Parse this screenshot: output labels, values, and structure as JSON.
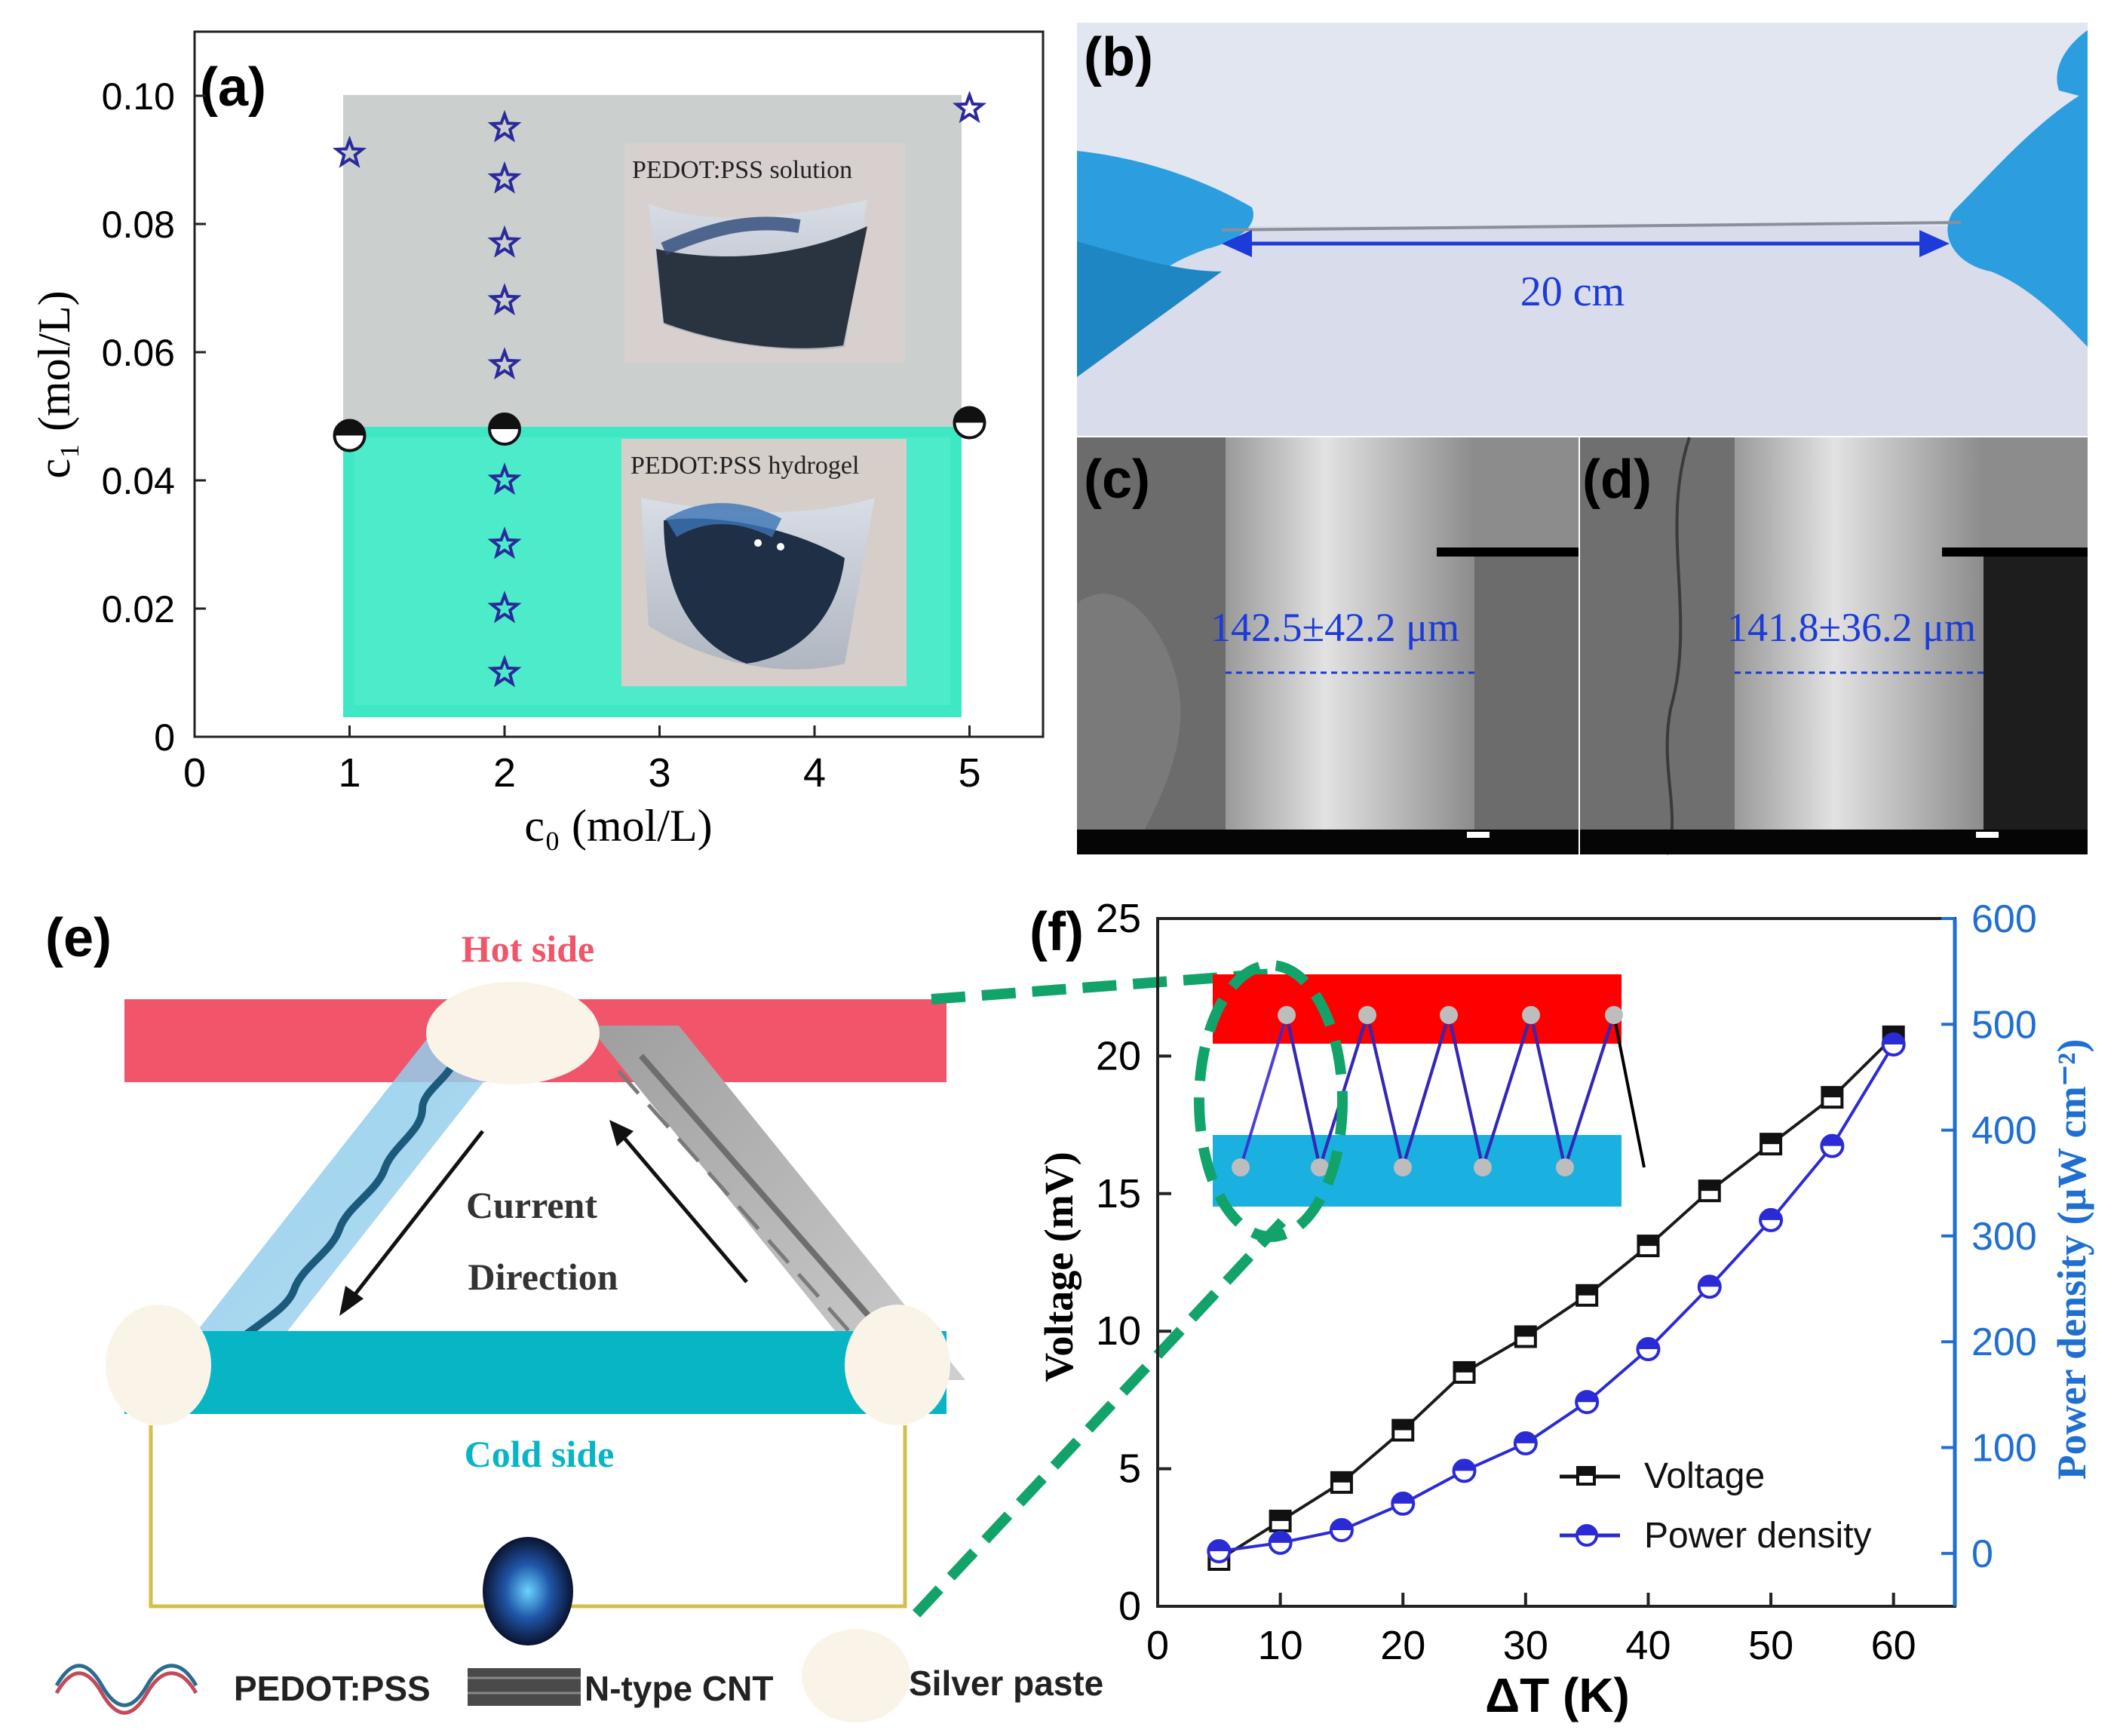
{
  "panels": {
    "a": {
      "label": "(a)",
      "inset_top": "PEDOT:PSS solution",
      "inset_bottom": "PEDOT:PSS hydrogel"
    },
    "b": {
      "label": "(b)",
      "length": "20 cm"
    },
    "c": {
      "label": "(c)",
      "diameter": "142.5±42.2 μm"
    },
    "d": {
      "label": "(d)",
      "diameter": "141.8±36.2 μm"
    },
    "e": {
      "label": "(e)",
      "hot_side": "Hot side",
      "cold_side": "Cold side",
      "current_line1": "Current",
      "current_line2": "Direction",
      "legend": [
        "PEDOT:PSS",
        "N-type CNT",
        "Silver paste"
      ]
    },
    "f": {
      "label": "(f)"
    }
  },
  "colors": {
    "star": "#2a2a9c",
    "gray_region": "#cbcfce",
    "teal_region": "#3ee8c4",
    "voltage": "#1a1a1a",
    "power": "#2b2bd6",
    "power_axis": "#1f6fd1",
    "hot": "#f0556a",
    "cold": "#08b5c5",
    "arrow_b": "#1c3bd8",
    "dash": "#12a36a"
  },
  "chart_data": [
    {
      "type": "scatter",
      "panel": "a",
      "xlabel": "c₀ (mol/L)",
      "ylabel": "c₁ (mol/L)",
      "xlim": [
        0,
        5.5
      ],
      "ylim": [
        0,
        0.11
      ],
      "x_ticks": [
        "0",
        "1",
        "2",
        "3",
        "4",
        "5"
      ],
      "y_ticks": [
        "0",
        "0.02",
        "0.04",
        "0.06",
        "0.08",
        "0.10"
      ],
      "series": [
        {
          "marker": "star",
          "points": [
            [
              1,
              0.091
            ],
            [
              2,
              0.095
            ],
            [
              2,
              0.087
            ],
            [
              2,
              0.077
            ],
            [
              2,
              0.068
            ],
            [
              2,
              0.058
            ],
            [
              2,
              0.04
            ],
            [
              2,
              0.03
            ],
            [
              2,
              0.02
            ],
            [
              2,
              0.01
            ],
            [
              5,
              0.098
            ]
          ]
        },
        {
          "marker": "half-circle",
          "points": [
            [
              1,
              0.047
            ],
            [
              2,
              0.048
            ],
            [
              5,
              0.049
            ]
          ]
        }
      ],
      "regions": [
        {
          "fill": "gray",
          "x": [
            1,
            5
          ],
          "y": [
            0.048,
            0.1
          ]
        },
        {
          "fill": "teal",
          "x": [
            1,
            5
          ],
          "y": [
            0.003,
            0.048
          ]
        }
      ]
    },
    {
      "type": "line",
      "panel": "f",
      "xlabel": "ΔT (K)",
      "ylabel": "Voltage (mV)",
      "y2label": "Power density (μW cm⁻²)",
      "xlim": [
        0,
        65
      ],
      "ylim": [
        0,
        25
      ],
      "y2lim": [
        -50,
        600
      ],
      "x_ticks": [
        "0",
        "10",
        "20",
        "30",
        "40",
        "50",
        "60"
      ],
      "y_ticks": [
        "0",
        "5",
        "10",
        "15",
        "20",
        "25"
      ],
      "y2_ticks": [
        "0",
        "100",
        "200",
        "300",
        "400",
        "500",
        "600"
      ],
      "legend_position": "bottom-right",
      "series": [
        {
          "name": "Voltage",
          "axis": "left",
          "marker": "square",
          "x": [
            5,
            10,
            15,
            20,
            25,
            30,
            35,
            40,
            45,
            50,
            55,
            60
          ],
          "y": [
            1.7,
            3.1,
            4.5,
            6.4,
            8.5,
            9.8,
            11.3,
            13.1,
            15.1,
            16.8,
            18.5,
            20.7
          ]
        },
        {
          "name": "Power density",
          "axis": "right",
          "marker": "hexagon",
          "x": [
            5,
            10,
            15,
            20,
            25,
            30,
            35,
            40,
            45,
            50,
            55,
            60
          ],
          "y": [
            2,
            10,
            22,
            47,
            78,
            104,
            143,
            193,
            252,
            315,
            385,
            481
          ]
        }
      ]
    }
  ]
}
